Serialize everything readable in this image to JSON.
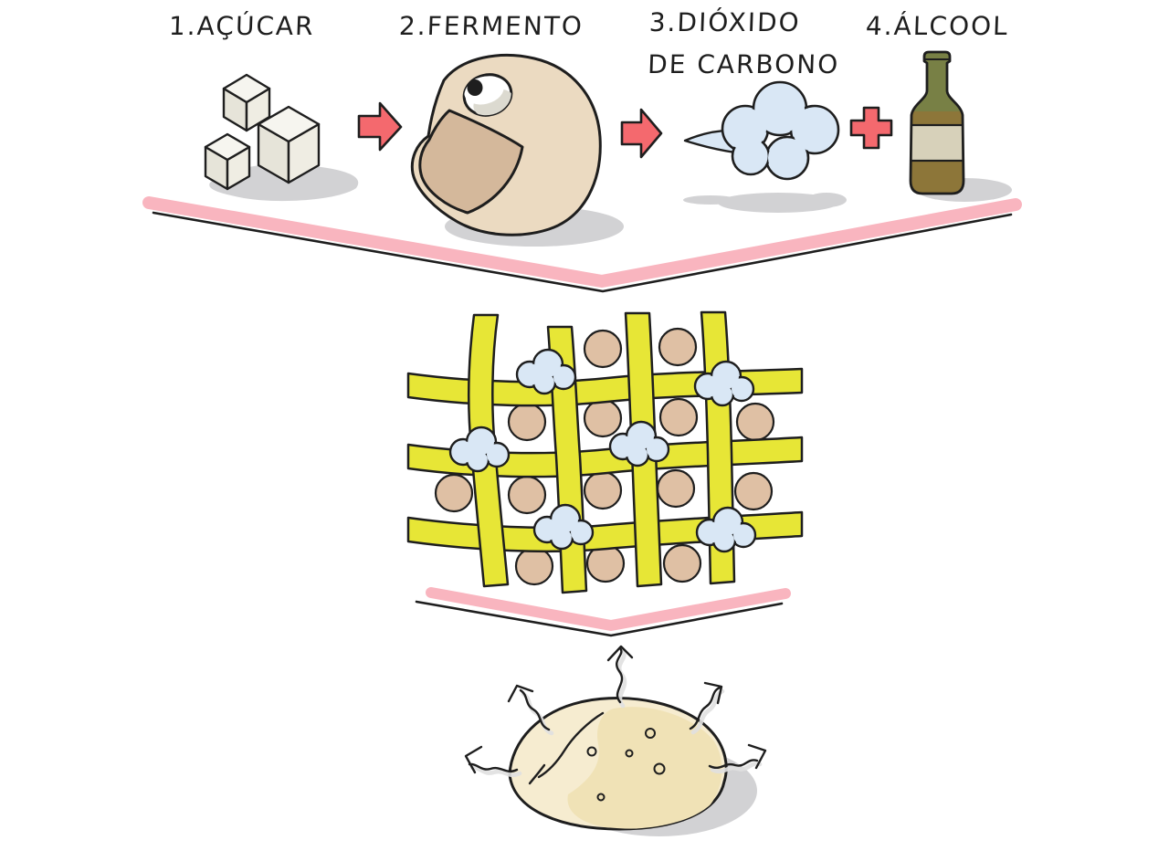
{
  "meta": {
    "description": "Diagrama do processo de fermentação do pão"
  },
  "steps": [
    {
      "label": "1.AÇÚCAR",
      "icon": "sugar-cubes-icon"
    },
    {
      "label": "2.FERMENTO",
      "icon": "yeast-creature-icon"
    },
    {
      "label": "3.DIÓXIDO",
      "label_line2": "DE CARBONO",
      "icon": "gas-cloud-icon"
    },
    {
      "label": "4.ÁLCOOL",
      "icon": "wine-bottle-icon"
    }
  ],
  "colors": {
    "background": "#ffffff",
    "ink": "#1e1e1e",
    "red_accent": "#f4696e",
    "pink_band": "#f9b5bf",
    "sugar_top": "#f6f5ef",
    "sugar_left": "#e6e4d9",
    "sugar_right": "#efede3",
    "yeast_body": "#ebdac1",
    "yeast_mouth": "#d4b89b",
    "eye_shade": "#dcdad0",
    "cloud_blue": "#d9e7f5",
    "bottle_glass": "#788045",
    "bottle_liquid": "#8d7639",
    "bottle_label": "#d7d1ba",
    "gluten_yellow": "#e7e636",
    "starch_tan": "#dfc0a4",
    "dough": "#f6ecd0",
    "dough_shade": "#f0e2b6",
    "shadow_gray": "#d2d2d4",
    "echo_gray": "#e0e0e0"
  }
}
